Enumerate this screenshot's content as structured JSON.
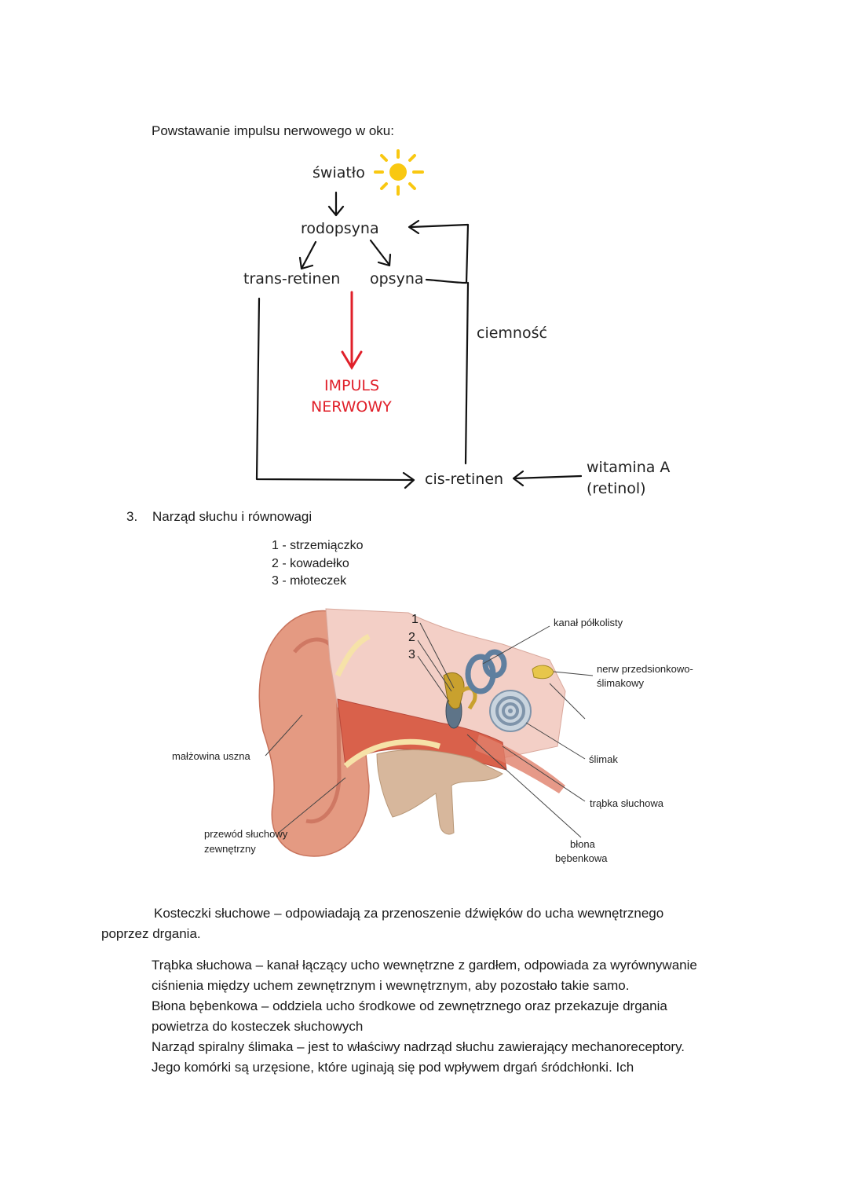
{
  "section_eye": {
    "title": "Powstawanie impulsu nerwowego w oku:",
    "diagram": {
      "light": "światło",
      "rhodopsin": "rodopsyna",
      "trans_retinal": "trans-retinen",
      "opsin": "opsyna",
      "impulse_line1": "IMPULS",
      "impulse_line2": "NERWOWY",
      "darkness": "ciemność",
      "cis_retinal": "cis-retinen",
      "vitamin_a_line1": "witamina A",
      "vitamin_a_line2": "(retinol)",
      "colors": {
        "impulse": "#e0202a",
        "sun": "#f9c811",
        "line": "#111111"
      }
    }
  },
  "section_ear": {
    "number": "3.",
    "title": "Narząd słuchu i równowagi",
    "ossicle_legend": [
      "1 - strzemiączko",
      "2 - kowadełko",
      "3 - młoteczek"
    ],
    "ossicle_numbers": [
      "1",
      "2",
      "3"
    ],
    "labels": {
      "semicircular_canal": "kanał półkolisty",
      "nerve_line1": "nerw przedsionkowo-",
      "nerve_line2": "ślimakowy",
      "auricle": "małżowina uszna",
      "cochlea": "ślimak",
      "eustachian_tube": "trąbka słuchowa",
      "ear_canal_line1": "przewód słuchowy",
      "ear_canal_line2": "zewnętrzny",
      "eardrum_line1": "błona",
      "eardrum_line2": "bębenkowa"
    }
  },
  "text": {
    "ossicles_line1": "Kosteczki słuchowe – odpowiadają za przenoszenie dźwięków do ucha wewnętrznego",
    "ossicles_line2": "poprzez drgania.",
    "p1_line1": "Trąbka słuchowa – kanał łączący ucho wewnętrzne z gardłem, odpowiada za wyrównywanie",
    "p1_line2": "ciśnienia między uchem zewnętrznym i wewnętrznym, aby pozostało takie samo.",
    "p2_line1": "Błona bębenkowa – oddziela ucho środkowe od zewnętrznego oraz przekazuje drgania",
    "p2_line2": "powietrza do kosteczek słuchowych",
    "p3_line1": "Narząd spiralny ślimaka – jest to właściwy nadrząd słuchu zawierający mechanoreceptory.",
    "p3_line2": "Jego komórki są urzęsione, które uginają się pod wpływem drgań śródchłonki. Ich"
  }
}
